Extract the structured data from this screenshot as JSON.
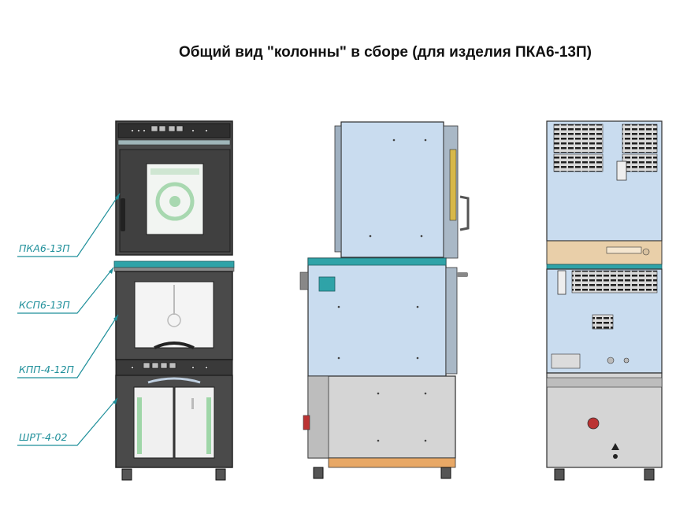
{
  "title": "Общий вид \"колонны\" в сборе (для изделия ПКА6-13П)",
  "colors": {
    "accent": "#1e8f9a",
    "front_body": "#4a4a4a",
    "side_body": "#c9dcef",
    "base_cabinet": "#d5d5d5",
    "teal_strip": "#2fa3a8",
    "orange_strip": "#e8a866",
    "tan_panel": "#e9cfa9"
  },
  "callouts": [
    {
      "id": "pka",
      "label": "ПКА6-13П"
    },
    {
      "id": "ksp",
      "label": "КСП6-13П"
    },
    {
      "id": "kpp",
      "label": "КПП-4-12П"
    },
    {
      "id": "shrt",
      "label": "ШРТ-4-02"
    }
  ],
  "views": [
    "front-view",
    "side-view",
    "rear-view"
  ]
}
